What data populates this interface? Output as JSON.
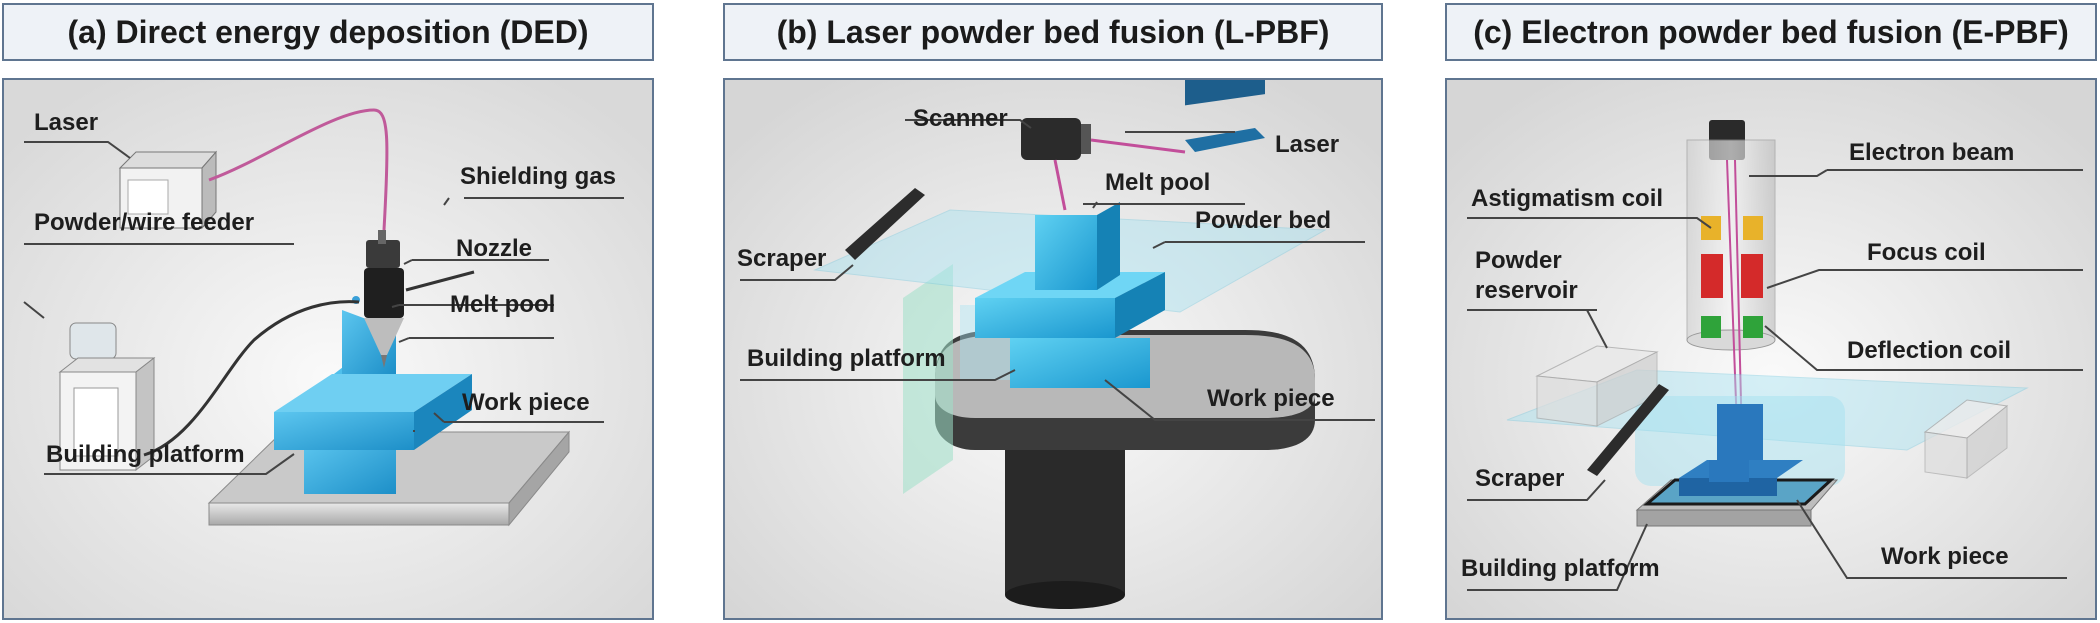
{
  "panels": [
    {
      "title": "(a)  Direct energy deposition (DED)",
      "labels": {
        "laser": "Laser",
        "shielding_gas": "Shielding gas",
        "feeder": "Powder/wire feeder",
        "nozzle": "Nozzle",
        "melt_pool": "Melt pool",
        "work_piece": "Work piece",
        "platform": "Building platform"
      }
    },
    {
      "title": "(b)  Laser powder bed fusion (L-PBF)",
      "labels": {
        "scanner": "Scanner",
        "laser": "Laser",
        "melt_pool": "Melt pool",
        "scraper": "Scraper",
        "powder_bed": "Powder bed",
        "platform": "Building platform",
        "work_piece": "Work piece"
      }
    },
    {
      "title": "(c)  Electron powder bed fusion (E-PBF)",
      "labels": {
        "electron_beam": "Electron beam",
        "astigmatism_coil": "Astigmatism coil",
        "focus_coil": "Focus coil",
        "powder_reservoir_1": "Powder",
        "powder_reservoir_2": "reservoir",
        "deflection_coil": "Deflection coil",
        "scraper": "Scraper",
        "platform": "Building platform",
        "work_piece": "Work piece"
      }
    }
  ],
  "colors": {
    "frame": "#5f7590",
    "title_bg": "#eef2f7",
    "workpiece_blue": "#2aa7de",
    "powder_cyan": "#bfe9f3",
    "coil_yellow": "#e8b22a",
    "coil_red": "#d42a2a",
    "coil_green": "#2fa33a"
  }
}
